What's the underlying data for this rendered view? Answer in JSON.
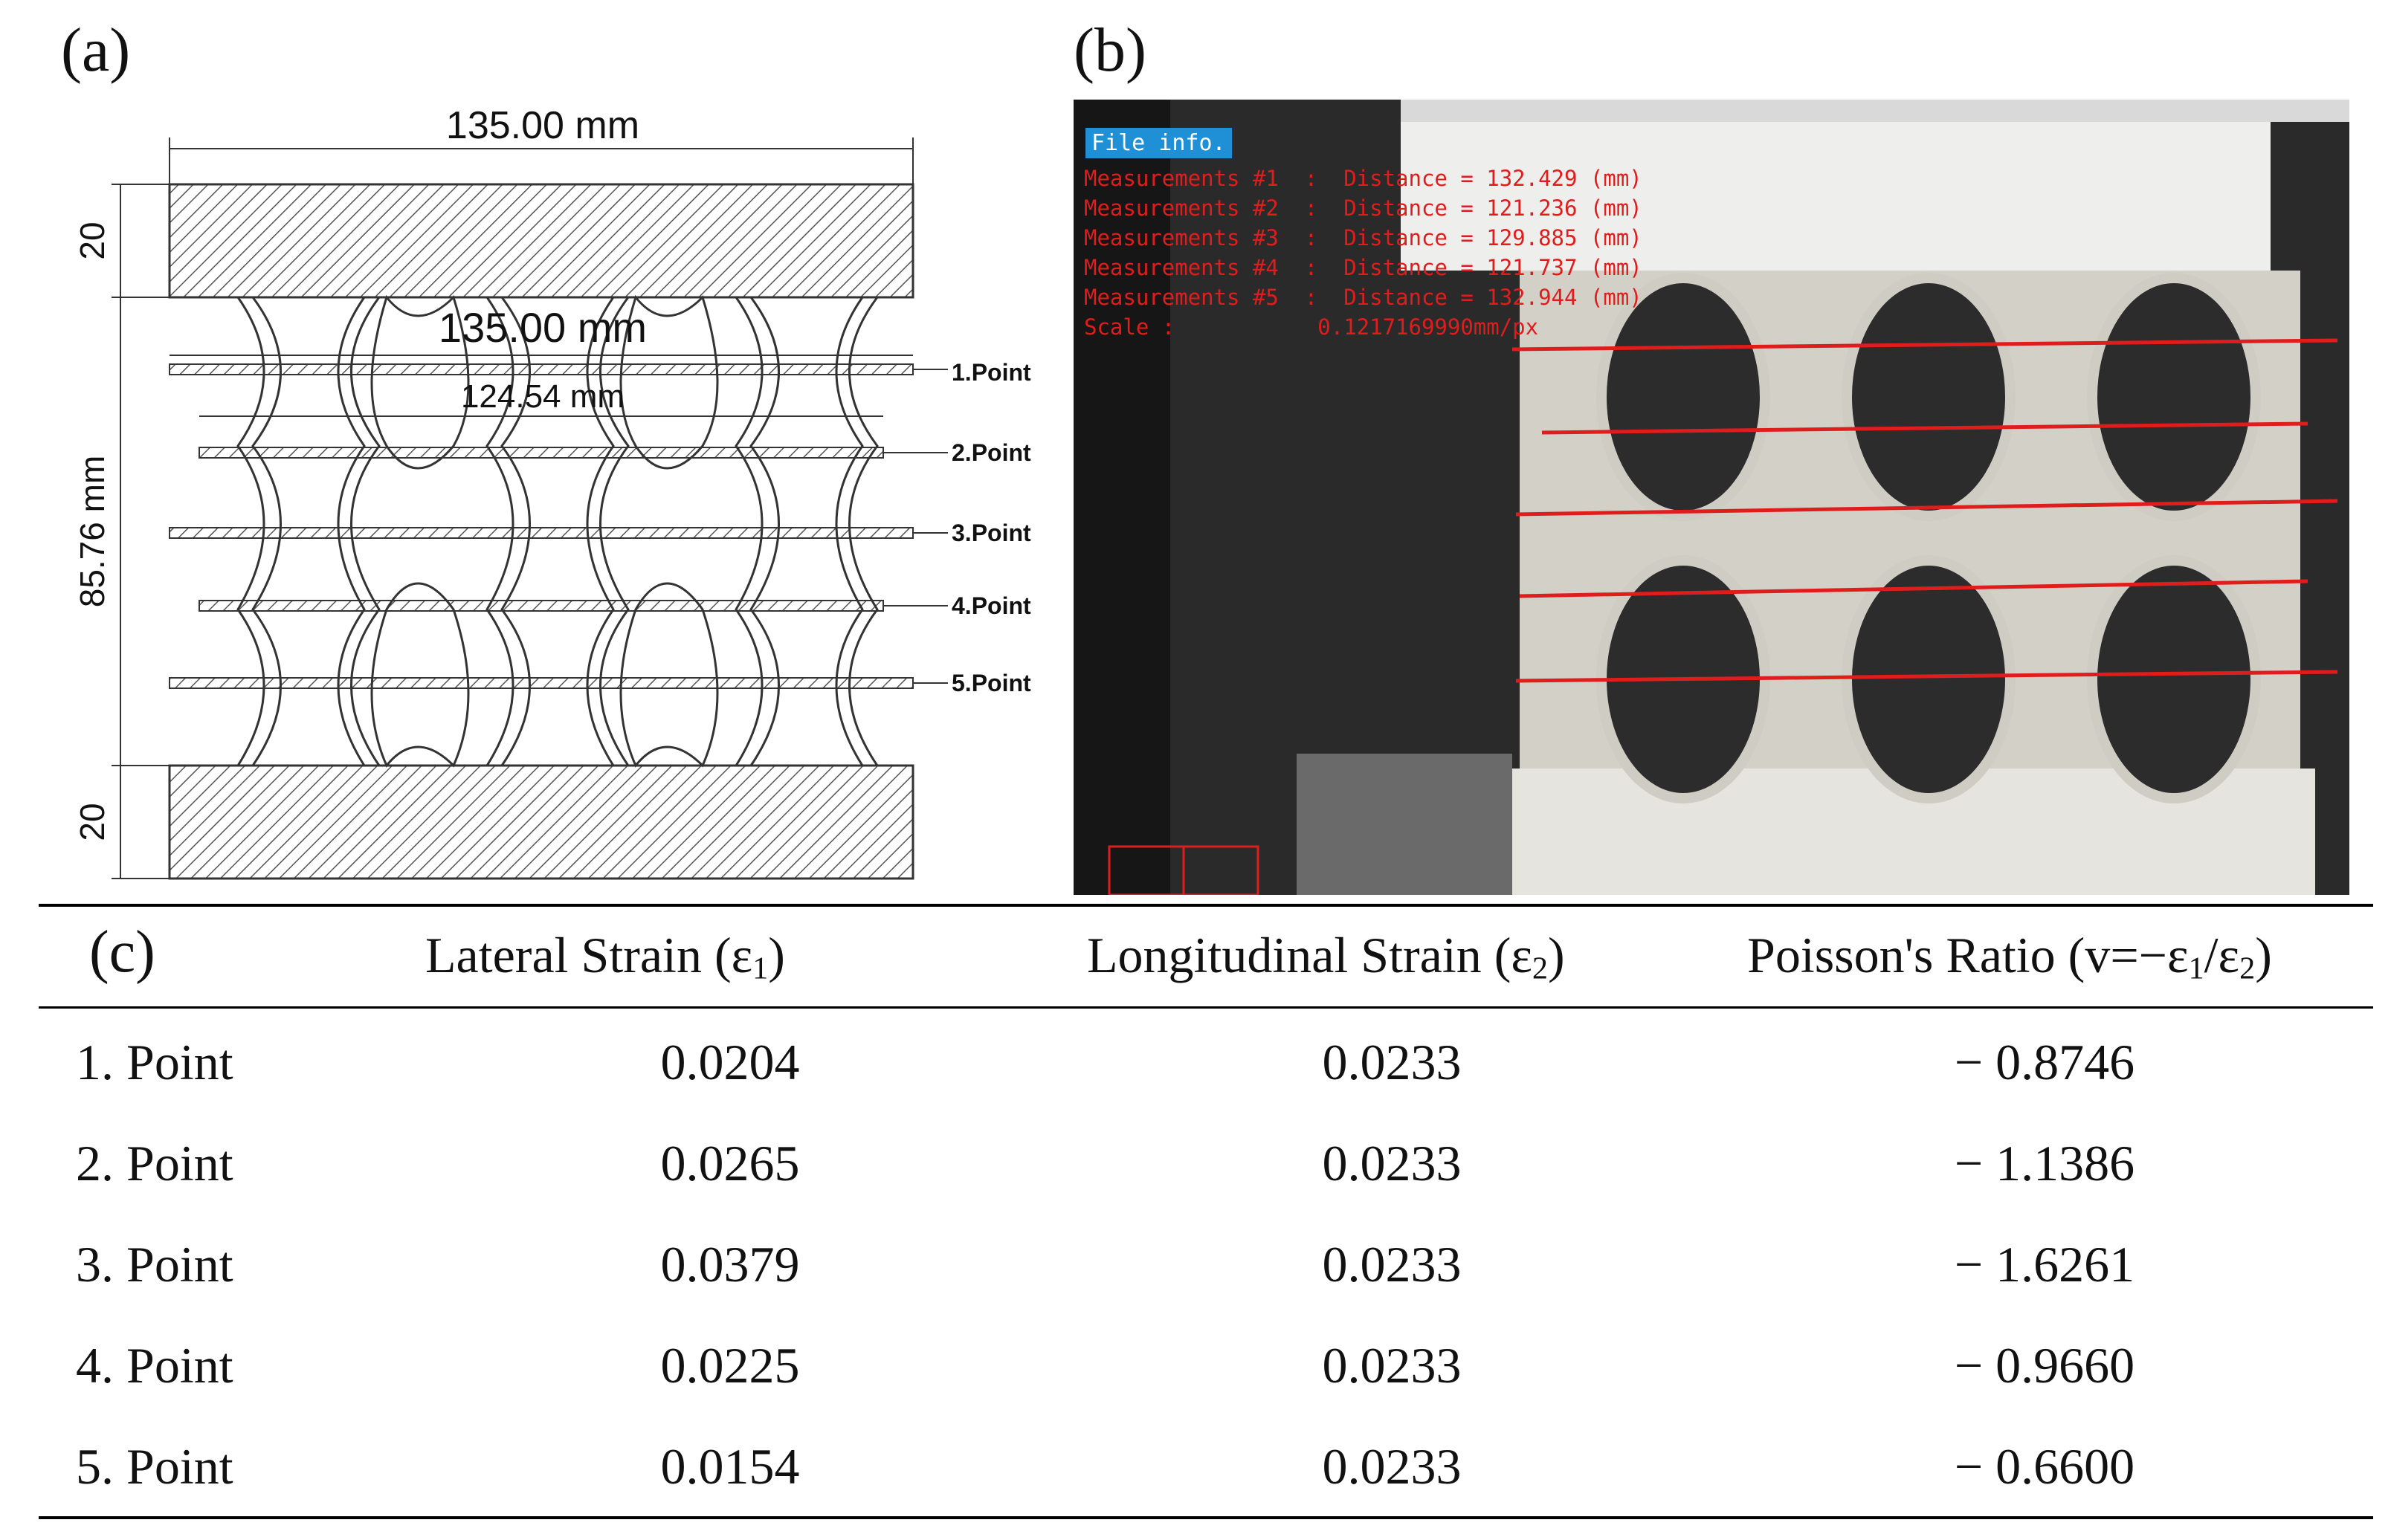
{
  "panels": {
    "a": "(a)",
    "b": "(b)",
    "c": "(c)"
  },
  "drawing": {
    "dim_top": "135.00 mm",
    "dim_inner": "135.00 mm",
    "dim_inner2": "124.54 mm",
    "dim_height": "85.76 mm",
    "dim_top_block": "20",
    "dim_bottom_block": "20",
    "points": [
      "1.Point",
      "2.Point",
      "3.Point",
      "4.Point",
      "5.Point"
    ]
  },
  "photo": {
    "file_info": "File info.",
    "measurements": [
      "Measurements #1  :  Distance = 132.429 (mm)",
      "Measurements #2  :  Distance = 121.236 (mm)",
      "Measurements #3  :  Distance = 129.885 (mm)",
      "Measurements #4  :  Distance = 121.737 (mm)",
      "Measurements #5  :  Distance = 132.944 (mm)"
    ],
    "scale": "Scale :           0.1217169990mm/px",
    "colors": {
      "measure_line": "#e01d1d",
      "overlay_text": "#e01d1d",
      "file_info_bg": "#1f8fd6"
    }
  },
  "table": {
    "headers": {
      "col1": "Lateral Strain (ε",
      "col1_sub": "1",
      "col2": "Longitudinal Strain (ε",
      "col2_sub": "2",
      "col3": "Poisson's Ratio (v=−ε",
      "col3_sub1": "1",
      "col3_mid": "/ε",
      "col3_sub2": "2",
      "close": ")"
    },
    "rows": [
      {
        "point": "1. Point",
        "lateral": "0.0204",
        "longitudinal": "0.0233",
        "poisson": "− 0.8746"
      },
      {
        "point": "2. Point",
        "lateral": "0.0265",
        "longitudinal": "0.0233",
        "poisson": "− 1.1386"
      },
      {
        "point": "3. Point",
        "lateral": "0.0379",
        "longitudinal": "0.0233",
        "poisson": "− 1.6261"
      },
      {
        "point": "4. Point",
        "lateral": "0.0225",
        "longitudinal": "0.0233",
        "poisson": "− 0.9660"
      },
      {
        "point": "5. Point",
        "lateral": "0.0154",
        "longitudinal": "0.0233",
        "poisson": "− 0.6600"
      }
    ]
  }
}
